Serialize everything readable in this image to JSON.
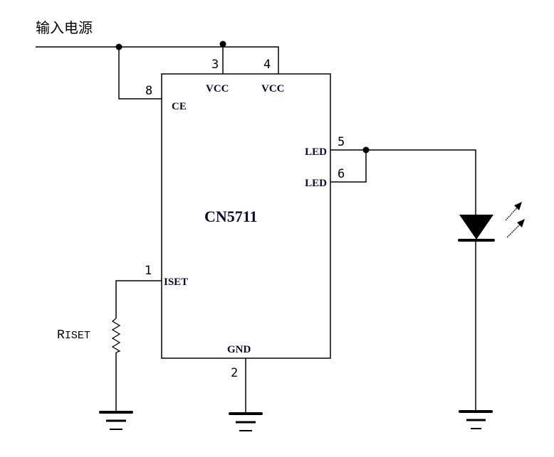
{
  "diagram": {
    "title": "CN5711 LED driver application circuit",
    "input_label": "输入电源",
    "chip": {
      "name": "CN5711",
      "pins": [
        {
          "number": "1",
          "label": "ISET"
        },
        {
          "number": "2",
          "label": "GND"
        },
        {
          "number": "3",
          "label": "VCC"
        },
        {
          "number": "4",
          "label": "VCC"
        },
        {
          "number": "5",
          "label": "LED"
        },
        {
          "number": "6",
          "label": "LED"
        },
        {
          "number": "8",
          "label": "CE"
        }
      ]
    },
    "resistor": {
      "label_prefix": "R",
      "label_suffix": "ISET"
    },
    "led": {
      "name": "LED"
    },
    "grounds": [
      "ground-riset",
      "ground-chip",
      "ground-led"
    ],
    "colors": {
      "wire": "#000000",
      "label": "#0a0a30",
      "background": "#ffffff"
    }
  }
}
